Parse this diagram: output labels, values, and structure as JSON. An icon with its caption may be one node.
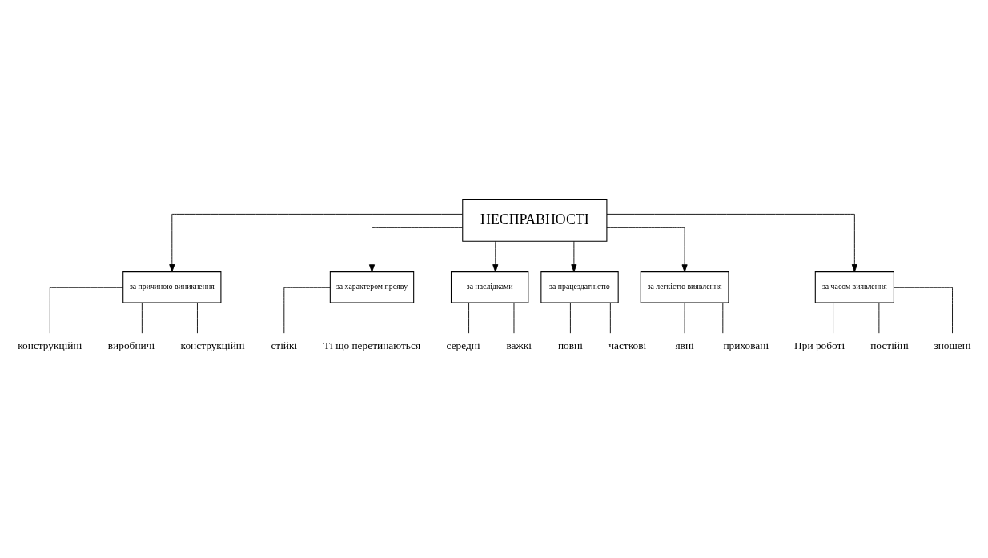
{
  "diagram": {
    "nodes": [
      {
        "text": [
          "НЕСПРАВНОСТІ"
        ]
      },
      {
        "text": [
          "за причиною виникнення"
        ]
      },
      {
        "text": [
          "за характером прояву"
        ]
      },
      {
        "text": [
          "за наслідками"
        ]
      },
      {
        "text": [
          "за працездатністю"
        ]
      },
      {
        "text": [
          "за легкістю виявлення"
        ]
      },
      {
        "text": [
          "за часом виявлення"
        ]
      },
      {
        "text": [
          "конструкційні"
        ]
      },
      {
        "text": [
          "виробничі"
        ]
      },
      {
        "text": [
          "конструкційні"
        ]
      },
      {
        "text": [
          "стійкі"
        ]
      },
      {
        "text": [
          "Ті що перетинаються"
        ]
      },
      {
        "text": [
          "середні"
        ]
      },
      {
        "text": [
          "важкі"
        ]
      },
      {
        "text": [
          "повні"
        ]
      },
      {
        "text": [
          "часткові"
        ]
      },
      {
        "text": [
          "явні"
        ]
      },
      {
        "text": [
          "приховані"
        ]
      },
      {
        "text": [
          "При роботі"
        ]
      },
      {
        "text": [
          "постійні"
        ]
      },
      {
        "text": [
          "зношені"
        ]
      }
    ],
    "edges": [
      {
        "from": 0,
        "to": 1,
        "arrow": "to"
      },
      {
        "from": 0,
        "to": 2,
        "arrow": "to"
      },
      {
        "from": 0,
        "to": 3,
        "arrow": "to"
      },
      {
        "from": 0,
        "to": 4,
        "arrow": "to"
      },
      {
        "from": 0,
        "to": 5,
        "arrow": "to"
      },
      {
        "from": 0,
        "to": 6,
        "arrow": "to"
      },
      {
        "from": 1,
        "to": 7,
        "arrow": "none"
      },
      {
        "from": 1,
        "to": 8,
        "arrow": "none"
      },
      {
        "from": 1,
        "to": 9,
        "arrow": "none"
      },
      {
        "from": 2,
        "to": 10,
        "arrow": "none"
      },
      {
        "from": 2,
        "to": 11,
        "arrow": "none"
      },
      {
        "from": 3,
        "to": 12,
        "arrow": "none"
      },
      {
        "from": 3,
        "to": 13,
        "arrow": "none"
      },
      {
        "from": 4,
        "to": 14,
        "arrow": "none"
      },
      {
        "from": 4,
        "to": 15,
        "arrow": "none"
      },
      {
        "from": 5,
        "to": 16,
        "arrow": "none"
      },
      {
        "from": 5,
        "to": 17,
        "arrow": "none"
      },
      {
        "from": 6,
        "to": 18,
        "arrow": "none"
      },
      {
        "from": 6,
        "to": 19,
        "arrow": "none"
      },
      {
        "from": 6,
        "to": 20,
        "arrow": "none"
      }
    ]
  }
}
